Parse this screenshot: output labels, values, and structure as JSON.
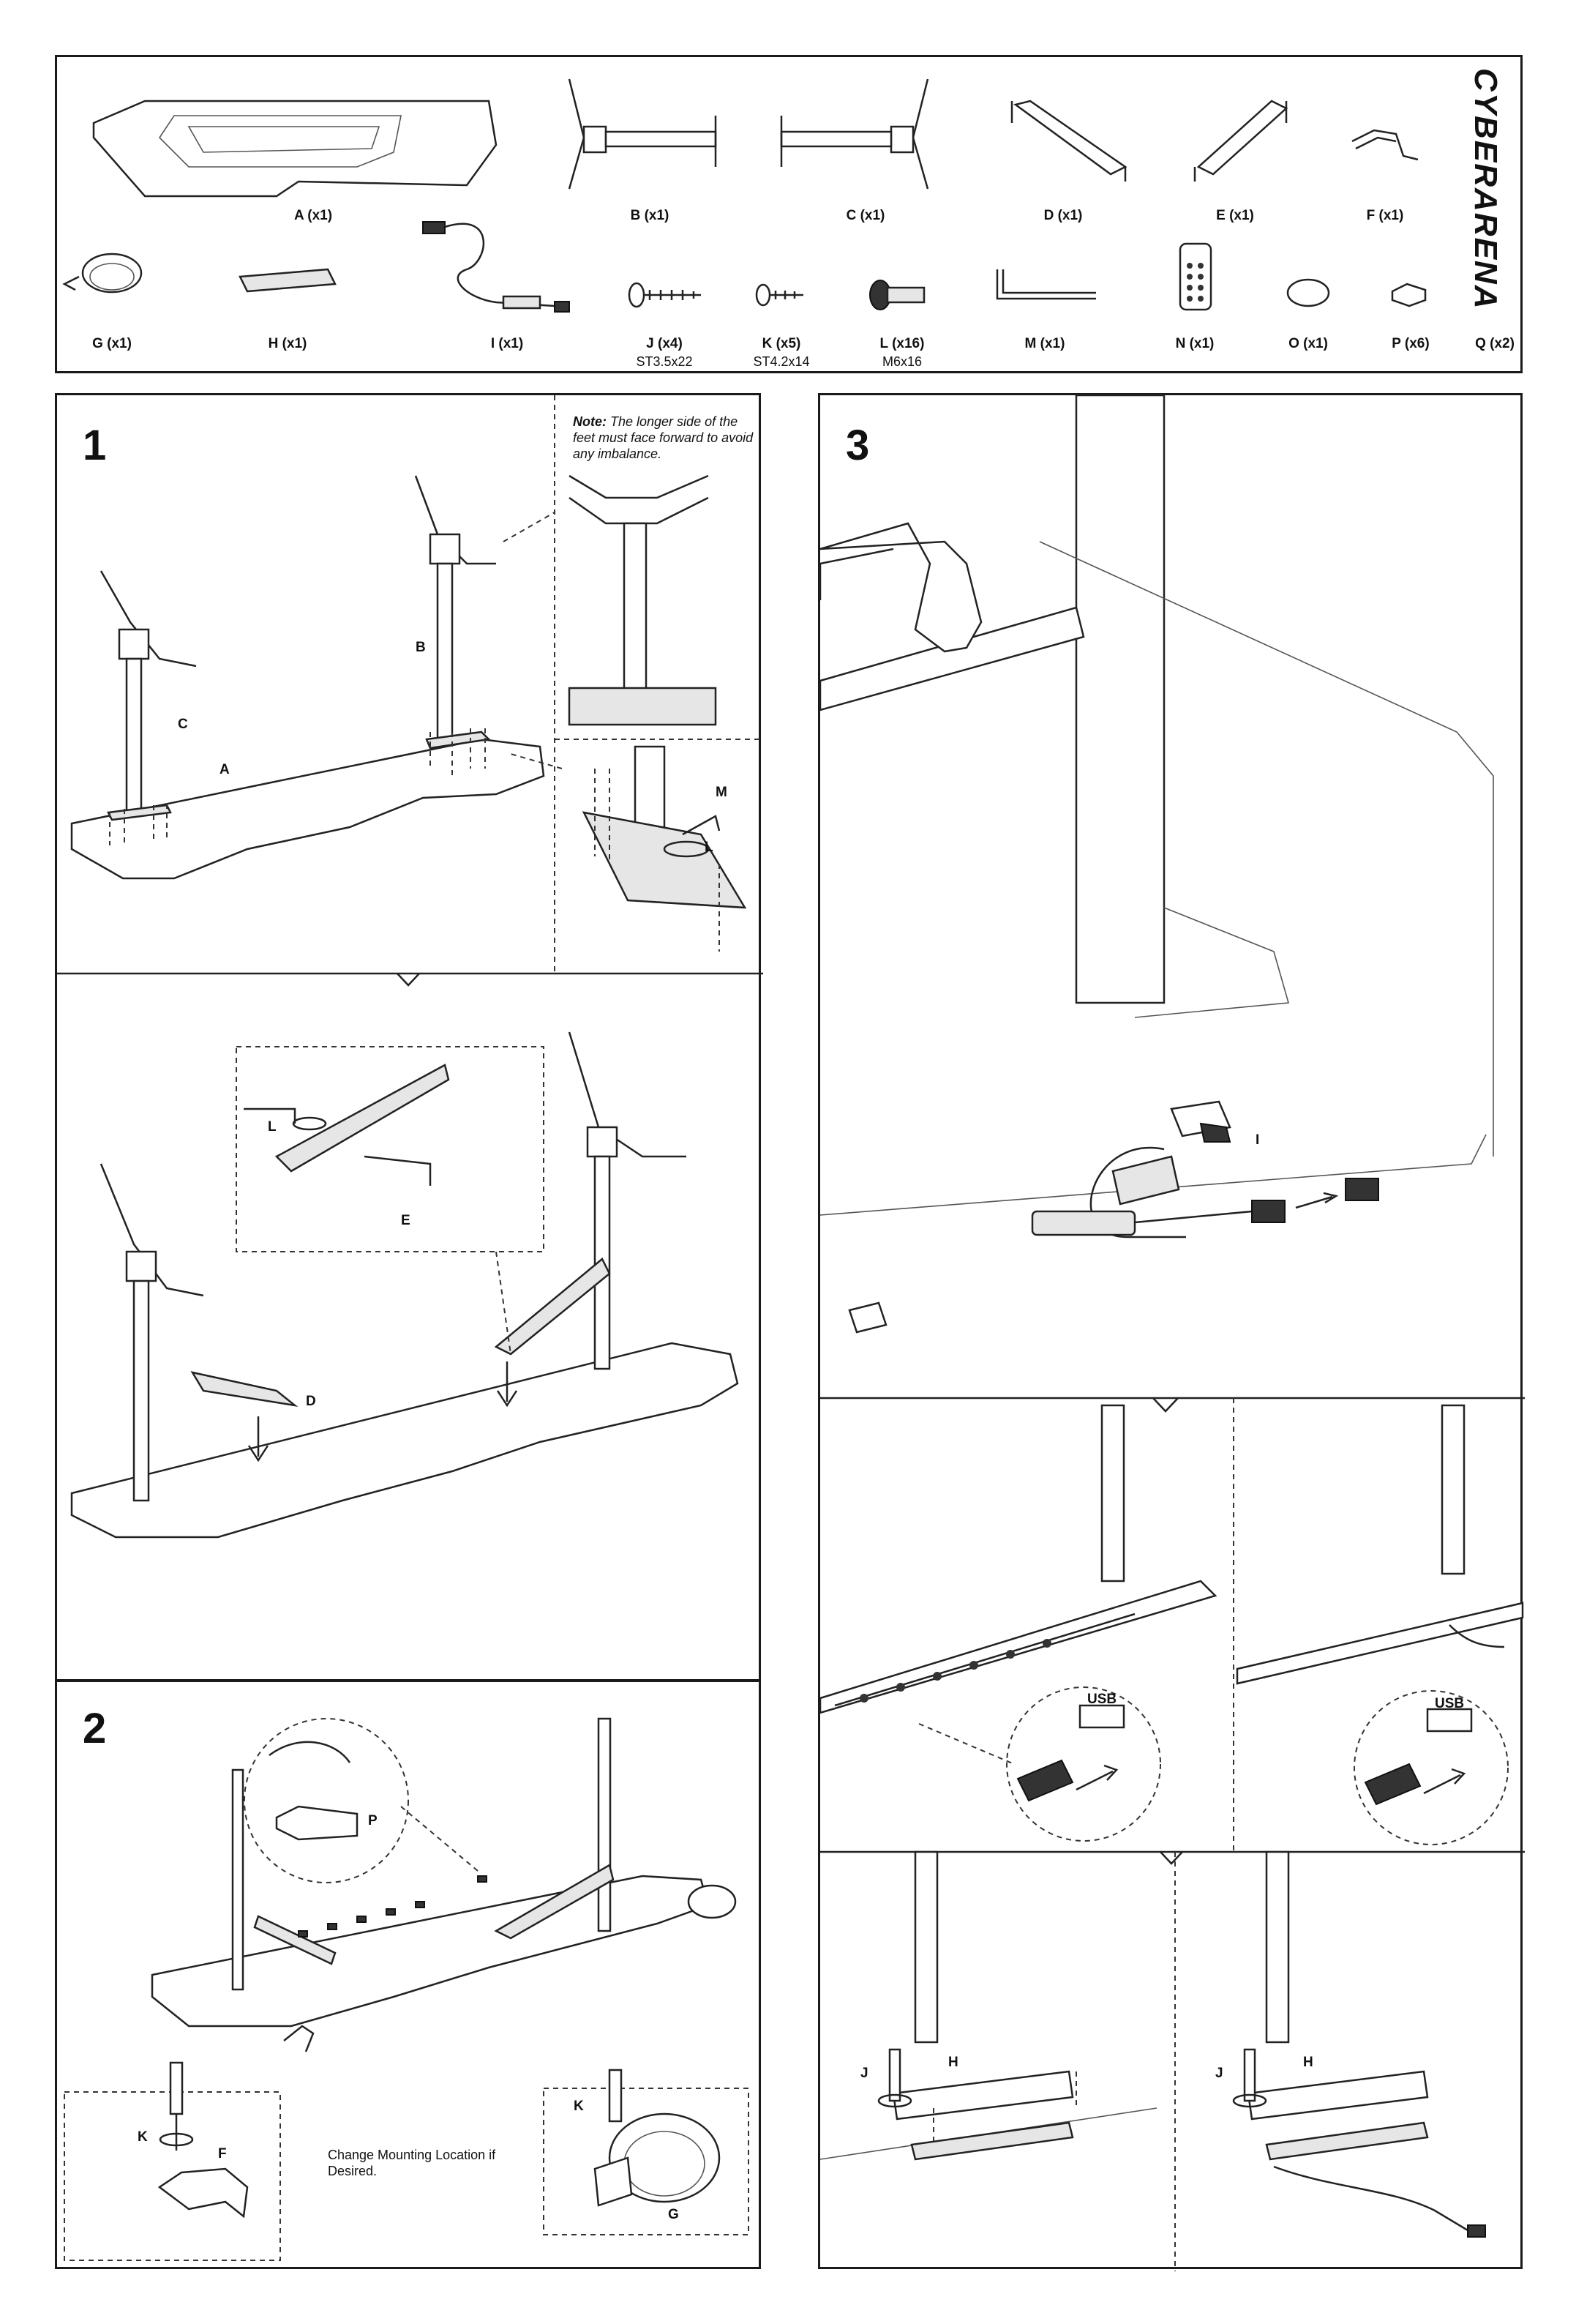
{
  "brand": "CYBERARENA",
  "parts": [
    {
      "label": "A (x1)",
      "spec": ""
    },
    {
      "label": "B (x1)",
      "spec": ""
    },
    {
      "label": "C (x1)",
      "spec": ""
    },
    {
      "label": "D (x1)",
      "spec": ""
    },
    {
      "label": "E (x1)",
      "spec": ""
    },
    {
      "label": "F (x1)",
      "spec": ""
    },
    {
      "label": "G (x1)",
      "spec": ""
    },
    {
      "label": "H (x1)",
      "spec": ""
    },
    {
      "label": "I (x1)",
      "spec": ""
    },
    {
      "label": "J (x4)",
      "spec": "ST3.5x22"
    },
    {
      "label": "K (x5)",
      "spec": "ST4.2x14"
    },
    {
      "label": "L (x16)",
      "spec": "M6x16"
    },
    {
      "label": "M (x1)",
      "spec": ""
    },
    {
      "label": "N (x1)",
      "spec": ""
    },
    {
      "label": "O (x1)",
      "spec": ""
    },
    {
      "label": "P (x6)",
      "spec": ""
    },
    {
      "label": "Q (x2)",
      "spec": ""
    }
  ],
  "steps": {
    "s1": {
      "number": "1",
      "note_bold": "Note:",
      "note_text": " The longer side of the feet must face forward to avoid any imbalance."
    },
    "s2": {
      "number": "2",
      "text": "Change Mounting Location if Desired."
    },
    "s3": {
      "number": "3",
      "usb": "USB"
    }
  },
  "callouts": {
    "A": "A",
    "B": "B",
    "C": "C",
    "D": "D",
    "E": "E",
    "F": "F",
    "G": "G",
    "H": "H",
    "I": "I",
    "J": "J",
    "K": "K",
    "L": "L",
    "M": "M",
    "P": "P"
  }
}
